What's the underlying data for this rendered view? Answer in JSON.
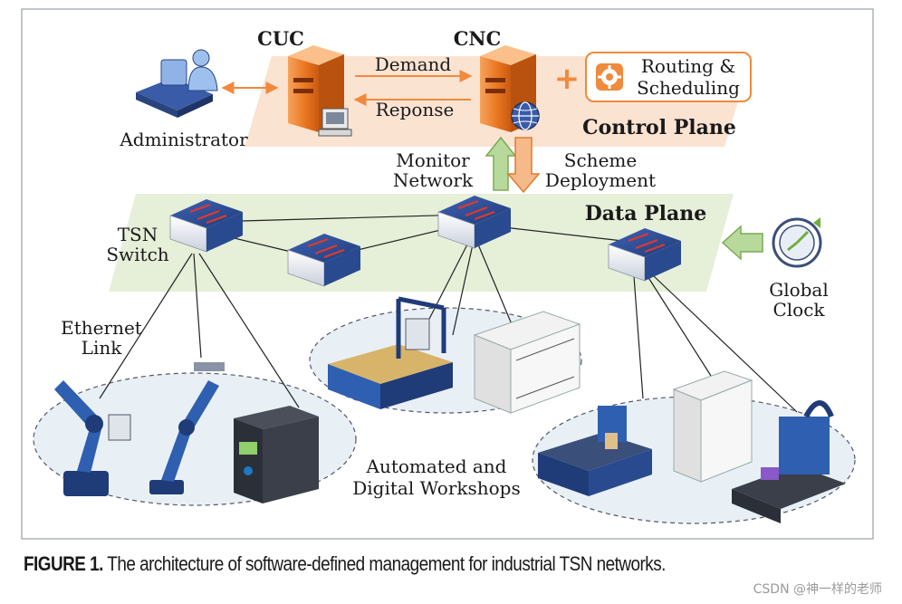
{
  "labels": {
    "cuc": "CUC",
    "cnc": "CNC",
    "demand": "Demand",
    "reponse": "Reponse",
    "routing_line1": "Routing &",
    "routing_line2": "Scheduling",
    "control_plane": "Control Plane",
    "administrator": "Administrator",
    "monitor_line1": "Monitor",
    "monitor_line2": "Network",
    "scheme_line1": "Scheme",
    "scheme_line2": "Deployment",
    "data_plane": "Data Plane",
    "tsn_line1": "TSN",
    "tsn_line2": "Switch",
    "global_line1": "Global",
    "global_line2": "Clock",
    "ethernet_line1": "Ethernet",
    "ethernet_line2": "Link",
    "workshops_line1": "Automated and",
    "workshops_line2": "Digital Workshops",
    "plus": "+"
  },
  "caption": {
    "lead": "FIGURE 1.",
    "text": " The architecture of software-defined management for industrial TSN networks."
  },
  "watermark": "CSDN @神一样的老师",
  "colors": {
    "control_band": "#fbe3d2",
    "data_band": "#e6efd8",
    "accent_orange": "#f08a3c",
    "arrow_green": "#8fc06a",
    "switch_blue": "#1f3b78",
    "workshop_fill": "#e8f0f6"
  }
}
